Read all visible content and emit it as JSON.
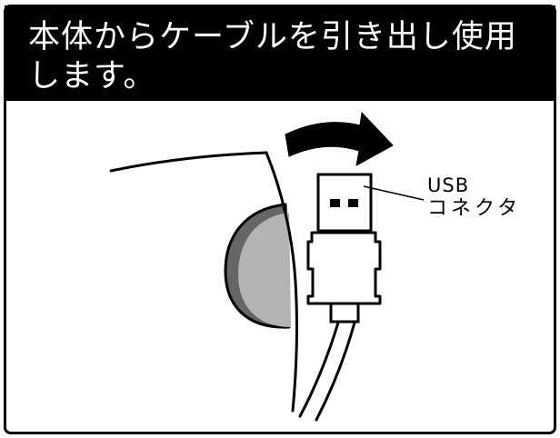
{
  "instruction": {
    "text": "本体からケーブルを引き出し使用します。"
  },
  "callout": {
    "line1": "USB",
    "line2": "コネクタ"
  },
  "colors": {
    "header_background": "#000000",
    "header_text": "#ffffff",
    "disc_light": "#b3b3b3",
    "disc_dark": "#666666"
  }
}
